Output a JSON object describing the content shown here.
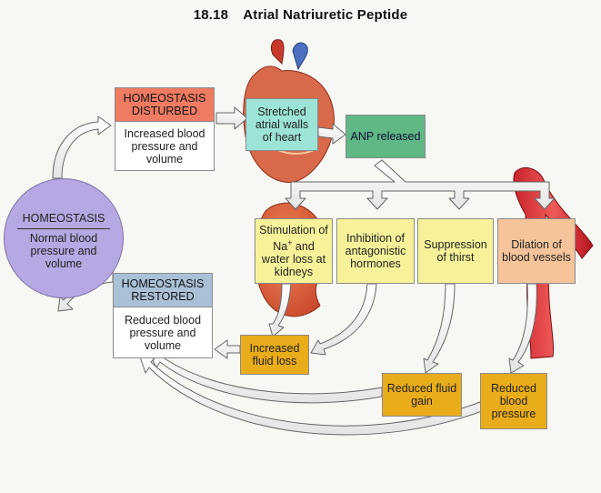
{
  "title": {
    "number": "18.18",
    "text": "Atrial Natriuretic Peptide"
  },
  "homeostasis": {
    "title": "HOMEOSTASIS",
    "text": "Normal blood pressure and volume"
  },
  "disturbed": {
    "title": "HOMEOSTASIS DISTURBED",
    "text": "Increased blood pressure and volume"
  },
  "restored": {
    "title": "HOMEOSTASIS RESTORED",
    "text": "Reduced blood pressure and volume"
  },
  "stretched": "Stretched atrial walls of heart",
  "anp": "ANP released",
  "effects": {
    "stimulation_pre": "Stimulation of Na",
    "stimulation_sup": "+",
    "stimulation_post": " and water loss at kidneys",
    "inhibition": "Inhibition of antagonistic hormones",
    "suppression": "Suppression of thirst",
    "dilation": "Dilation of blood vessels"
  },
  "outcomes": {
    "fluid_loss": "Increased fluid loss",
    "fluid_gain": "Reduced fluid gain",
    "blood_pressure": "Reduced blood pressure"
  },
  "colors": {
    "disturbed_head": "#ee7b62",
    "restored_head": "#a9c0d6",
    "circle": "#b6a8e3",
    "yellow": "#f7f29a",
    "orange": "#e9ac1a",
    "teal": "#9ce3d8",
    "green": "#5fb885",
    "peach": "#f5c49a"
  }
}
